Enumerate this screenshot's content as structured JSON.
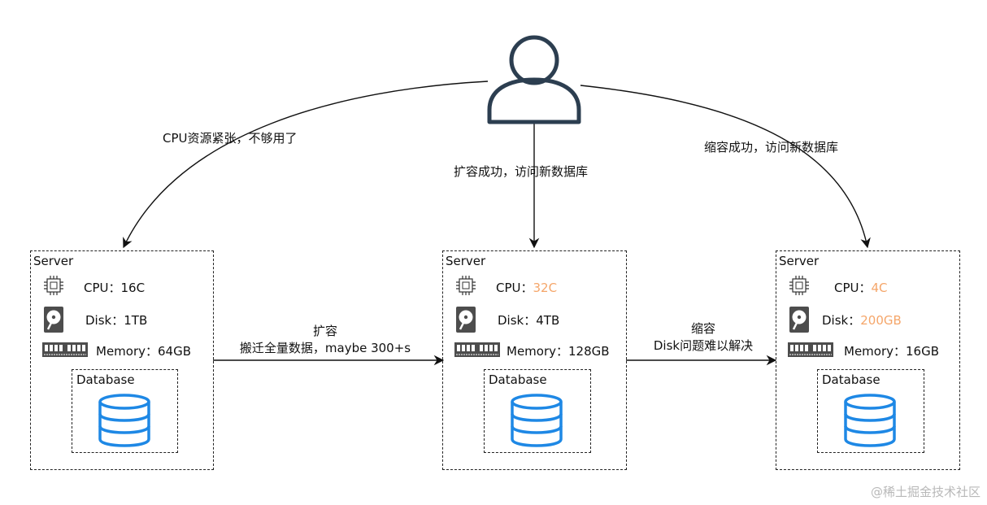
{
  "servers": [
    {
      "label": "Server",
      "cpu": {
        "key": "CPU：",
        "value": "16C"
      },
      "disk": {
        "key": "Disk：",
        "value": "1TB"
      },
      "memory": {
        "key": "Memory：",
        "value": "64GB"
      },
      "database": {
        "label": "Database"
      }
    },
    {
      "label": "Server",
      "cpu": {
        "key": "CPU：",
        "value": "32C"
      },
      "disk": {
        "key": "Disk：",
        "value": "4TB"
      },
      "memory": {
        "key": "Memory：",
        "value": "128GB"
      },
      "database": {
        "label": "Database"
      }
    },
    {
      "label": "Server",
      "cpu": {
        "key": "CPU：",
        "value": "4C"
      },
      "disk": {
        "key": "Disk：",
        "value": "200GB"
      },
      "memory": {
        "key": "Memory：",
        "value": "16GB"
      },
      "database": {
        "label": "Database"
      }
    }
  ],
  "edges": {
    "user_to_left": "CPU资源紧张，不够用了",
    "user_to_middle": "扩容成功，访问新数据库",
    "user_to_right": "缩容成功，访问新数据库",
    "left_to_middle_title": "扩容",
    "left_to_middle_detail": "搬迁全量数据，maybe 300+s",
    "middle_to_right_title": "缩容",
    "middle_to_right_detail": "Disk问题难以解决"
  },
  "watermark": "@稀土掘金技术社区",
  "colors": {
    "highlight": "#f5a66a",
    "database_blue": "#1e88e5",
    "line": "#111111",
    "user_icon": "#2c3e50"
  },
  "icons": [
    "user-icon",
    "cpu-icon",
    "disk-icon",
    "memory-icon",
    "database-icon"
  ]
}
